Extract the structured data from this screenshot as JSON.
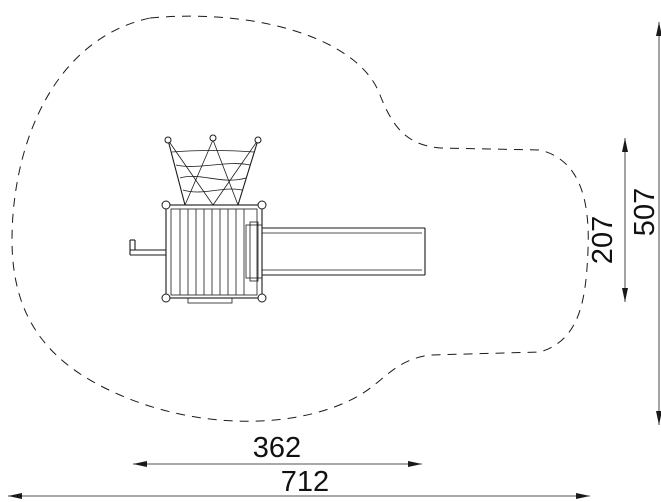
{
  "drawing": {
    "type": "playground equipment plan view with safety zone",
    "dimensions": {
      "width_inner": "362",
      "width_total": "712",
      "height_inner": "207",
      "height_total": "507"
    },
    "colors": {
      "line": "#1a1a1a",
      "background": "#ffffff"
    }
  }
}
